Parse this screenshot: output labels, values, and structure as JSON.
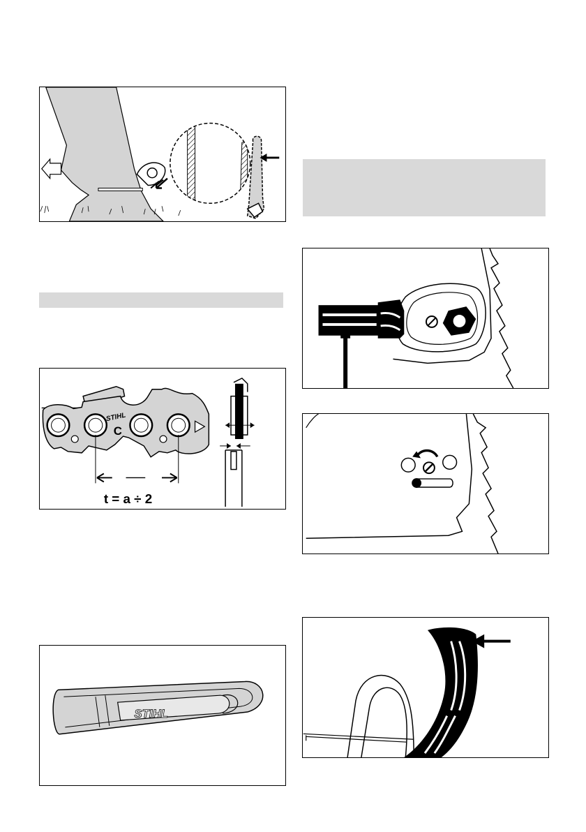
{
  "figures": {
    "felling": {
      "label": "Felling illustration: tree trunk with chainsaw cut and magnified chain detail"
    },
    "chain_pitch": {
      "formula": "t = a ÷ 2",
      "link_letter": "C",
      "brand": "STIHL"
    },
    "chain_guard": {
      "brand": "STIHL"
    },
    "tensioner_tool": {
      "label": "Combination wrench on bar mounting nut"
    },
    "tension_screw": {
      "label": "Chain tensioning screw turned counterclockwise"
    },
    "hand_guard": {
      "label": "Front hand guard / chain brake lever"
    }
  },
  "colors": {
    "grey_band": "#d9d9d9",
    "trunk": "#d4d4d4",
    "ink": "#000000"
  }
}
